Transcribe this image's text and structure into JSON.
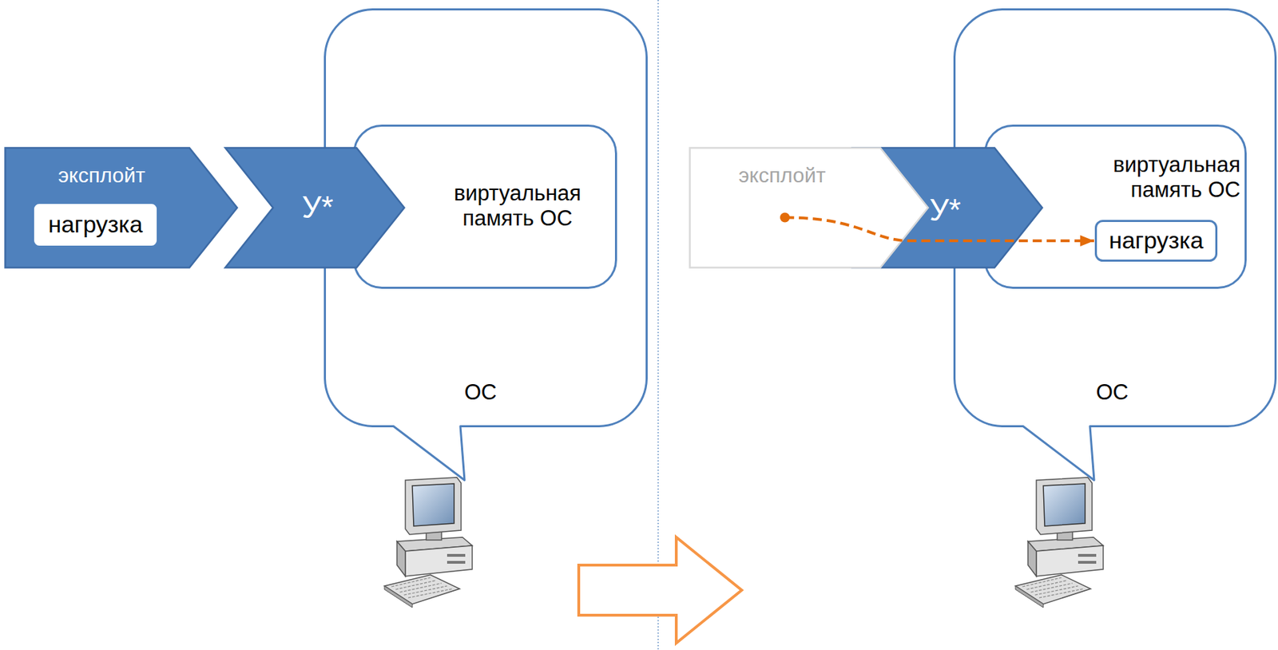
{
  "diagram": {
    "nodes": [
      {
        "text": [
          "эксплойт"
        ]
      },
      {
        "text": [
          "нагрузка"
        ],
        "in": 0
      },
      {
        "text": [
          "У*"
        ]
      },
      {
        "text": [
          "ОС"
        ]
      },
      {
        "text": [
          "виртуальная память ОС"
        ],
        "in": 3
      },
      {
        "text": [
          "эксплойт"
        ]
      },
      {
        "text": [
          "У*"
        ]
      },
      {
        "text": [
          "ОС"
        ]
      },
      {
        "text": [
          "виртуальная память ОС"
        ],
        "in": 7
      },
      {
        "text": [
          "нагрузка"
        ],
        "in": 8
      }
    ],
    "edges": [
      {
        "from": 5,
        "to": 9,
        "arrow": "to"
      }
    ]
  }
}
